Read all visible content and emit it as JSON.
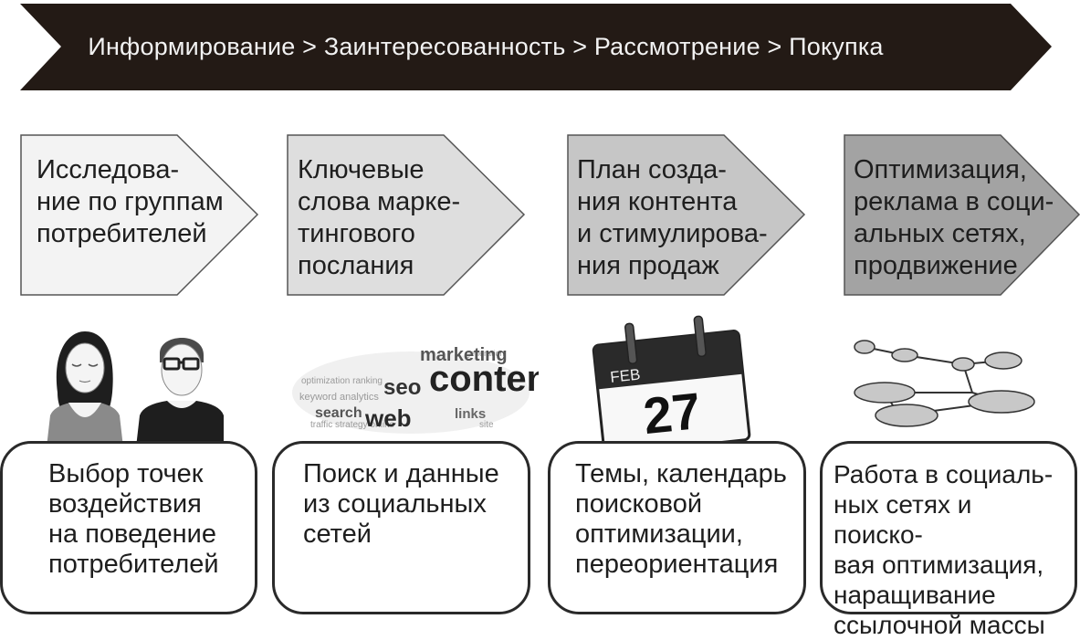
{
  "banner": {
    "text": "Информирование > Заинтересованность > Рассмотрение > Покупка"
  },
  "stages": [
    {
      "text": "Исследова-\nние по группам\nпотребителей"
    },
    {
      "text": "Ключевые\nслова марке-\nтингового\nпослания"
    },
    {
      "text": "План созда-\nния контента\nи стимулирова-\nния продаж"
    },
    {
      "text": "Оптимизация,\nреклама в соци-\nальных сетях,\nпродвижение"
    }
  ],
  "cards": [
    {
      "text": "Выбор точек\nвоздействия\nна поведение\nпотребителей"
    },
    {
      "text": "Поиск и данные\nиз социальных\nсетей"
    },
    {
      "text": "Темы, календарь\nпоисковой\nоптимизации,\nпереориентация"
    },
    {
      "text": "Работа в социаль-\nных сетях и поиско-\nвая оптимизация,\nнаращивание\nссылочной массы"
    }
  ],
  "illustrations": {
    "wordcloud": {
      "words": [
        "content",
        "seo",
        "marketing",
        "web",
        "search",
        "links"
      ]
    },
    "calendar": {
      "month": "FEB",
      "day": "27"
    }
  },
  "colors": {
    "banner": "#231a15",
    "stage_fills": [
      "#f3f3f3",
      "#dedede",
      "#c6c6c6",
      "#a3a3a3"
    ]
  }
}
